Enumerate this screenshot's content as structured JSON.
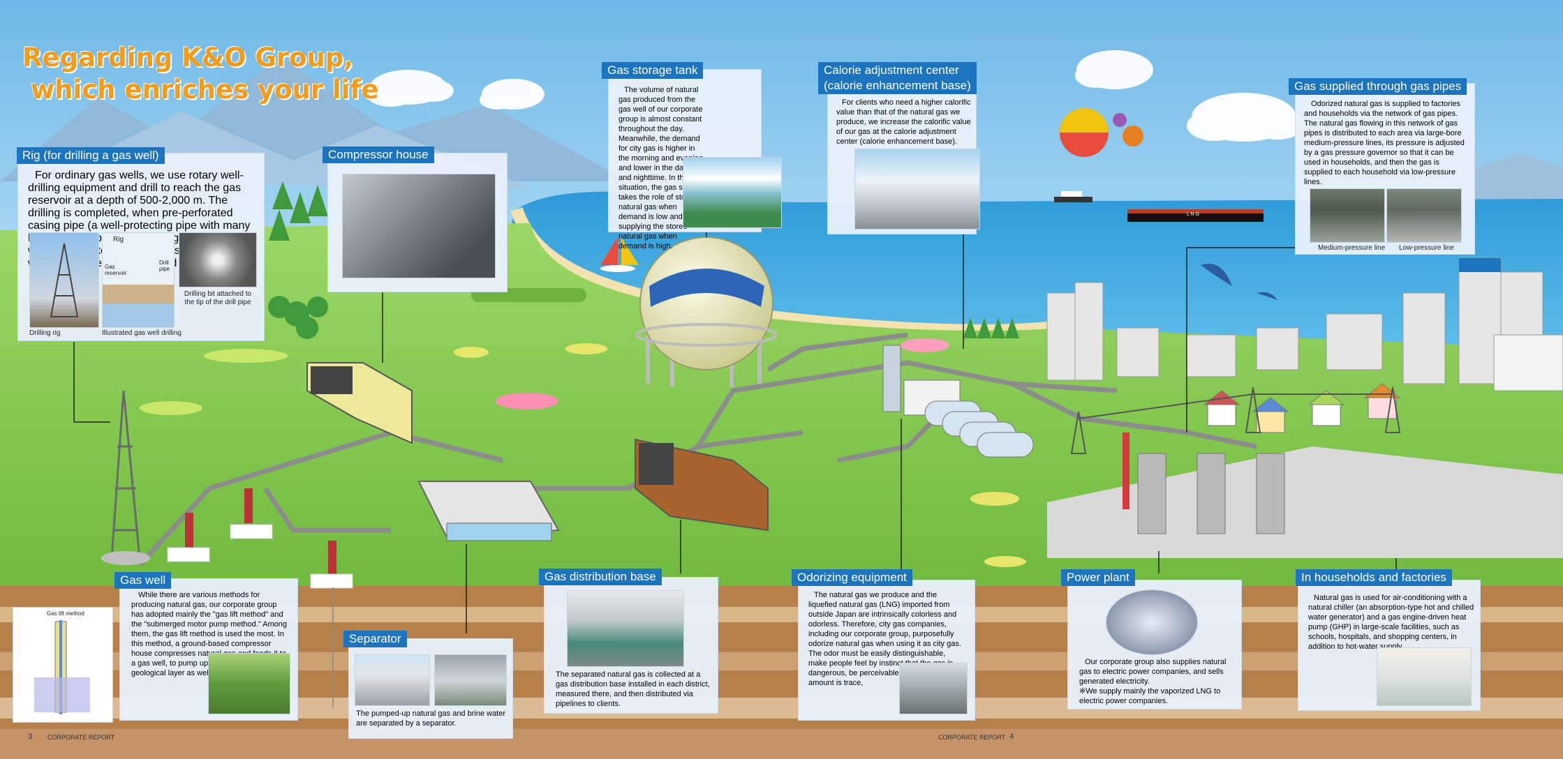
{
  "title": {
    "line1": "Regarding K&O Group,",
    "line2": "which enriches your life"
  },
  "rig": {
    "heading": "Rig (for drilling a gas well)",
    "text": "For ordinary gas wells, we use rotary well-drilling equipment and drill to reach the gas reservoir at a depth of 500-2,000 m. The drilling is completed, when pre-perforated casing pipe (a well-protecting pipe with many holes for pumping up natural gas and brine water) is inserted. A gas well is completed, when valves, etc. are installed on the ground.",
    "cap_rig": "Drilling rig",
    "cap_illustrated": "Illustrated gas well drilling",
    "cap_bit": "Drilling bit attached to the tip of the drill pipe",
    "lbl_rig": "Rig",
    "lbl_pipe": "Drill pipe",
    "lbl_reservoir": "Gas reservoir"
  },
  "compressor": {
    "heading": "Compressor house"
  },
  "gas_storage": {
    "heading": "Gas storage tank",
    "text": "The volume of natural gas produced from the gas well of our corporate group is almost constant throughout the day. Meanwhile, the demand for city gas is higher in the morning and evening, and lower in the daytime and nighttime. In this situation, the gas storage takes the role of storing natural gas when demand is low and supplying the stored natural gas when demand is high."
  },
  "calorie": {
    "heading_line1": "Calorie adjustment center",
    "heading_line2": "(calorie enhancement base)",
    "text": "For clients who need a higher calorific value than that of the natural gas we produce, we increase the calorific value of our gas at the calorie adjustment center (calorie enhancement base)."
  },
  "pipes": {
    "heading": "Gas supplied through gas pipes",
    "text": "Odorized natural gas is supplied to factories and households via the network of gas pipes. The natural gas flowing in this network of gas pipes is distributed to each area via large-bore medium-pressure lines, its pressure is adjusted by a gas pressure governor so that it can be used in households, and then the gas is supplied to each household via low-pressure lines.",
    "cap_medium": "Medium-pressure line",
    "cap_low": "Low-pressure line"
  },
  "gas_well": {
    "heading": "Gas well",
    "text": "While there are various methods for producing natural gas, our corporate group has adopted mainly the \"gas lift method\" and the \"submerged motor pump method.\" Among them, the gas lift method is used the most. In this method, a ground-based compressor house compresses natural gas and feeds it to a gas well, to pump up the natural gas in a geological layer as well as brine water.",
    "diagram_title": "Gas lift method"
  },
  "separator": {
    "heading": "Separator",
    "text": "The pumped-up natural gas and brine water are separated by a separator."
  },
  "distribution": {
    "heading": "Gas distribution base",
    "text": "The separated natural gas is collected at a gas distribution base installed in each district, measured there, and then distributed via pipelines to clients."
  },
  "odorizing": {
    "heading": "Odorizing equipment",
    "text": "The natural gas we produce and the liquefied natural gas (LNG) imported from outside Japan are intrinsically colorless and odorless. Therefore, city gas companies, including our corporate group, purposefully odorize natural gas when using it as city gas. The odor must be easily distinguishable, make people feel by instinct that the gas is dangerous, be perceivable even when its amount is trace,"
  },
  "power": {
    "heading": "Power plant",
    "text": "Our corporate group also supplies natural gas to electric power companies, and sells generated electricity.",
    "note": "※We supply mainly the vaporized LNG to electric power companies."
  },
  "households": {
    "heading": "In households and factories",
    "text": "Natural gas is used for air-conditioning with a natural chiller (an absorption-type hot and chilled water generator) and a gas engine-driven heat pump (GHP) in large-scale facilities, such as schools, hospitals, and shopping centers, in addition to hot-water supply."
  },
  "ship_label": "L N G",
  "footer": {
    "left_page": "3",
    "left_label": "CORPORATE REPORT",
    "right_label": "CORPORATE REPORT",
    "right_page": "4"
  },
  "colors": {
    "heading_bg": "#1b74bd",
    "title": "#f39b1b",
    "grass": "#8fd15a",
    "sea": "#3aa6e0",
    "soil": "#b07a45"
  }
}
